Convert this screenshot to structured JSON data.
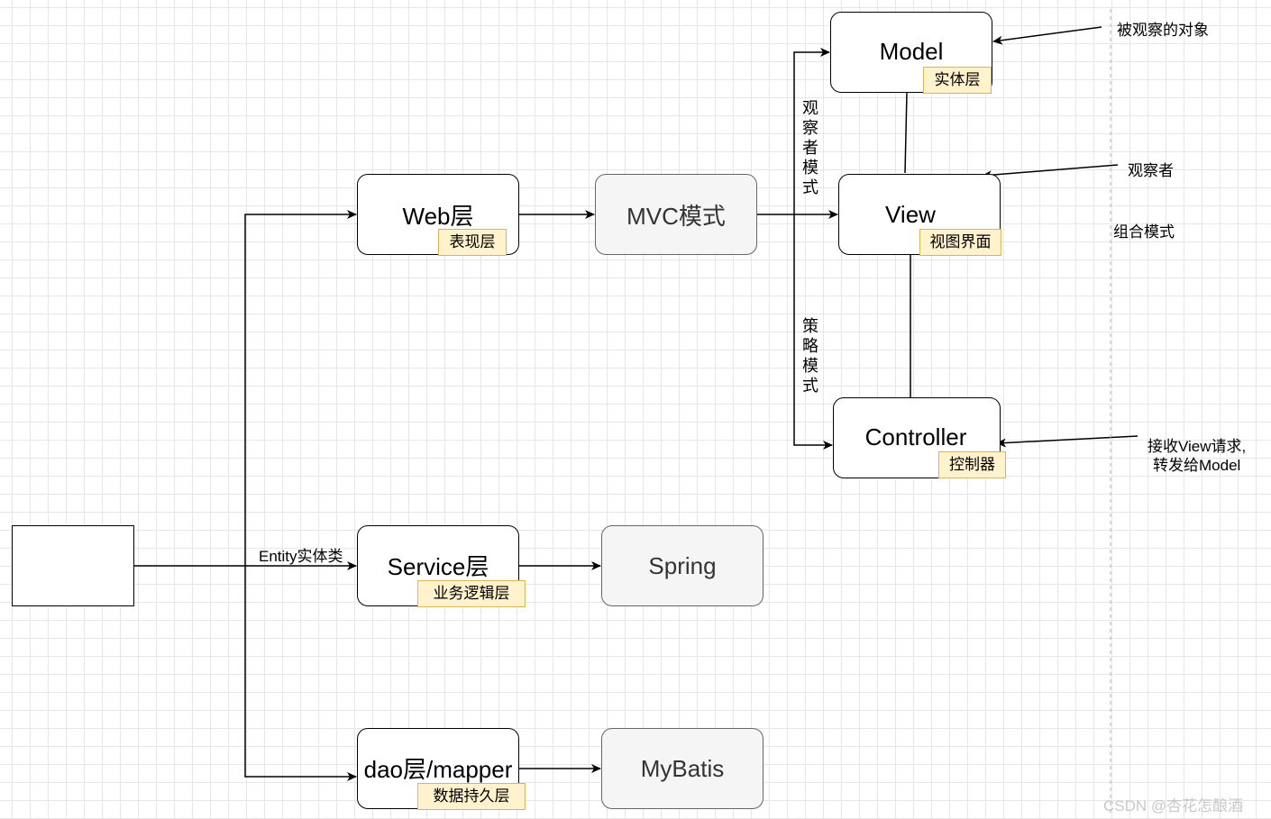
{
  "nodes": {
    "web": "Web层",
    "web_tag": "表现层",
    "mvc": "MVC模式",
    "model": "Model",
    "model_tag": "实体层",
    "view": "View",
    "view_tag": "视图界面",
    "controller": "Controller",
    "controller_tag": "控制器",
    "service": "Service层",
    "service_tag": "业务逻辑层",
    "spring": "Spring",
    "dao": "dao层/mapper",
    "dao_tag": "数据持久层",
    "mybatis": "MyBatis"
  },
  "labels": {
    "entity": "Entity实体类",
    "observer_pattern": "观察者模式",
    "strategy_pattern": "策略模式",
    "observed_object": "被观察的对象",
    "observer": "观察者",
    "composite_pattern": "组合模式",
    "controller_note_line1": "接收View请求,",
    "controller_note_line2": "转发给Model"
  },
  "watermark": "CSDN @杏花怎酿酒"
}
